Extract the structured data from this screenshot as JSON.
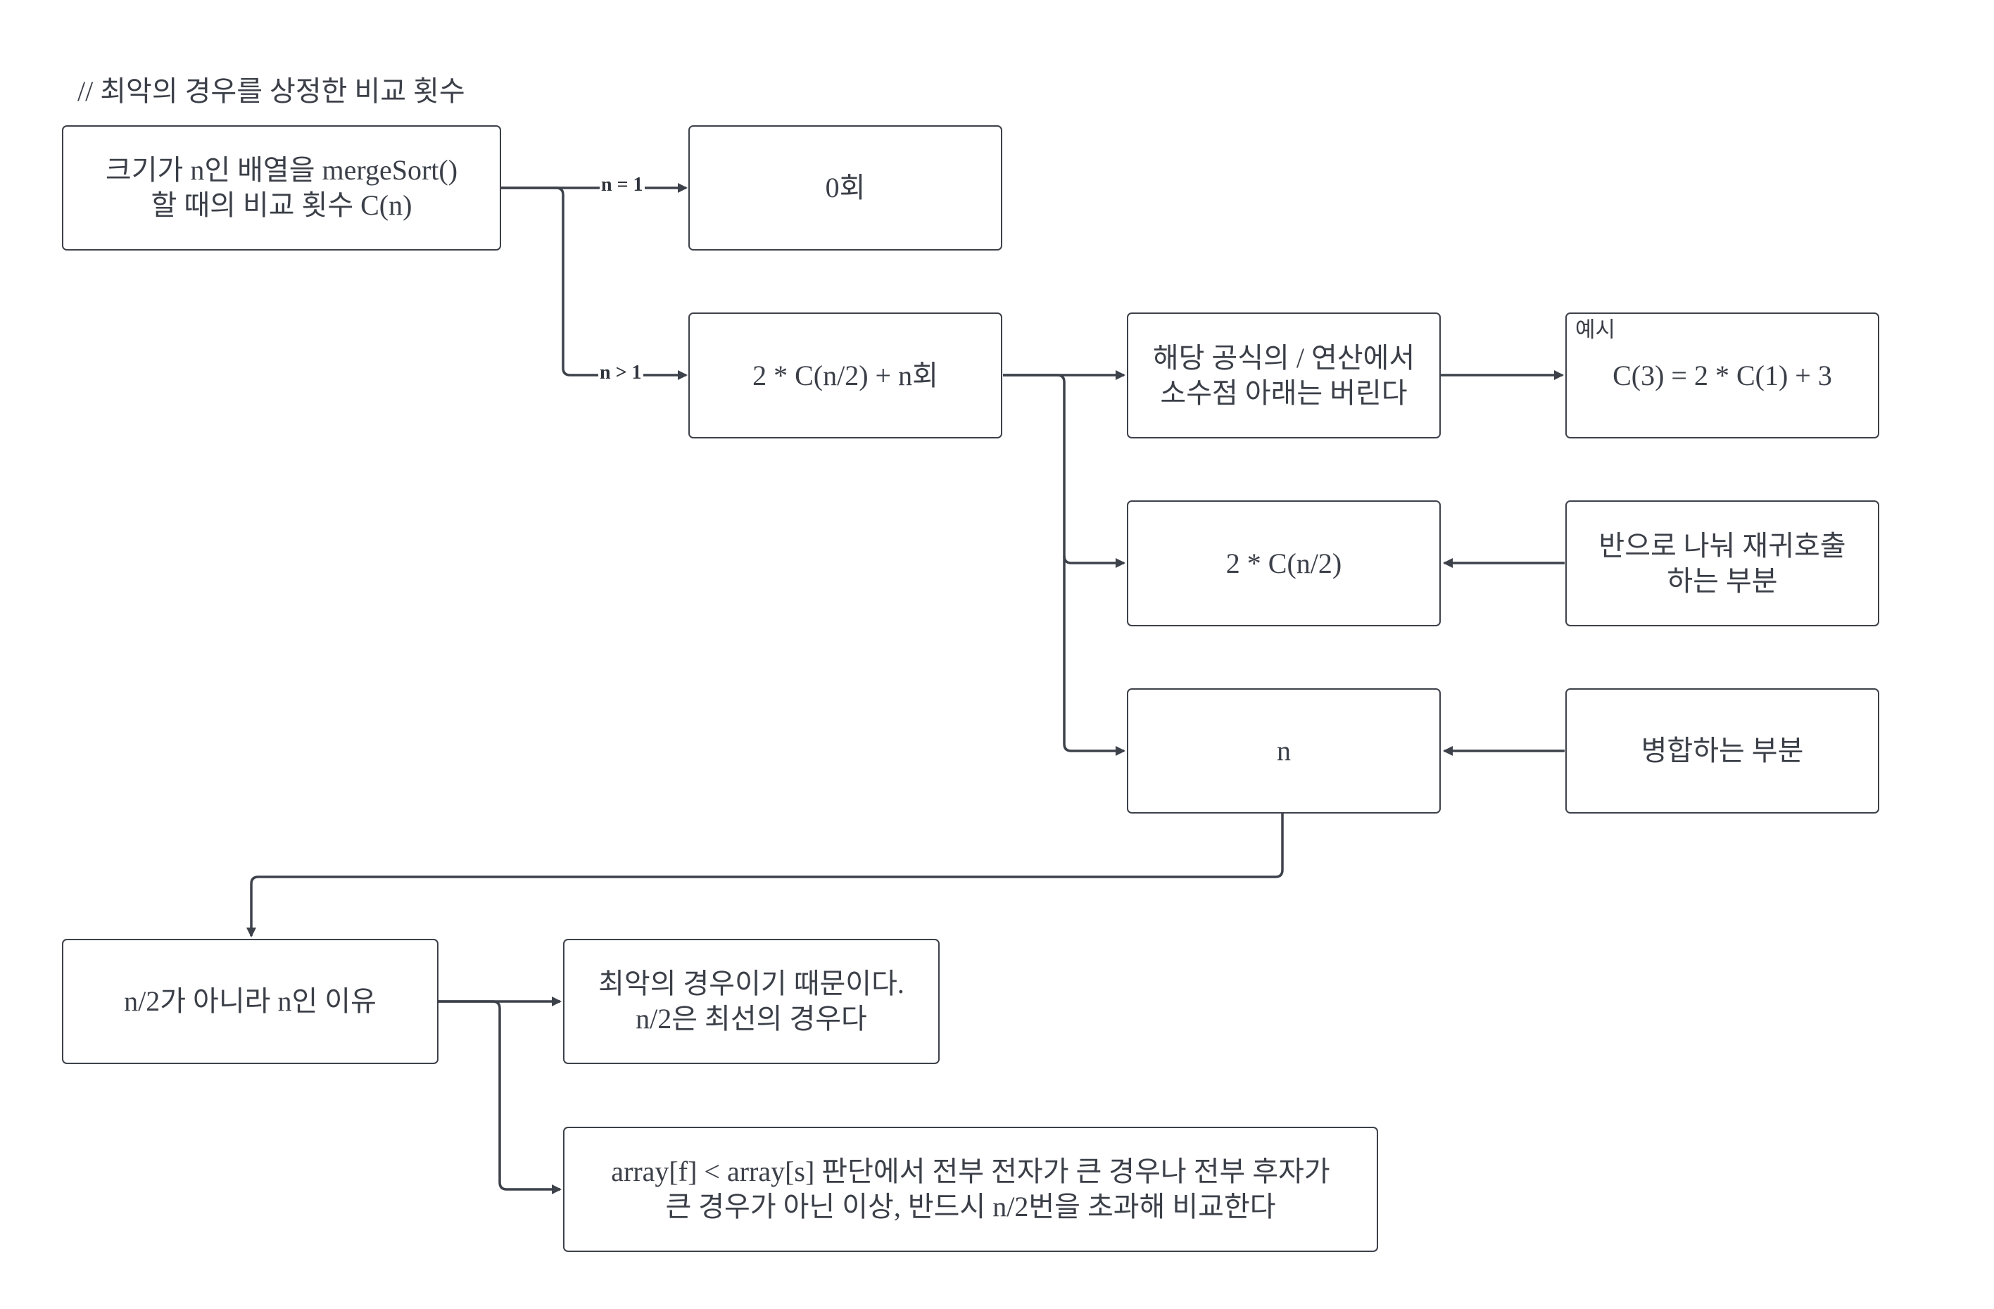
{
  "title": "// 최악의 경우를 상정한 비교 횟수",
  "nodes": {
    "root": "크기가 n인 배열을 mergeSort()\n할 때의 비교 횟수 C(n)",
    "zero": "0회",
    "recurrence": "2 * C(n/2) + n회",
    "floor_note": "해당 공식의 / 연산에서\n소수점 아래는 버린다",
    "example_label": "예시",
    "example": "C(3) = 2 * C(1) + 3",
    "half_part": "2 * C(n/2)",
    "half_desc": "반으로 나눠 재귀호출\n하는 부분",
    "n_part": "n",
    "merge_desc": "병합하는 부분",
    "why": "n/2가 아니라 n인 이유",
    "worst_case": "최악의 경우이기 때문이다.\nn/2은 최선의 경우다",
    "explanation": "array[f] < array[s] 판단에서 전부 전자가 큰 경우나 전부 후자가\n큰 경우가 아닌 이상, 반드시 n/2번을 초과해 비교한다"
  },
  "edge_labels": {
    "n_eq_1": "n = 1",
    "n_gt_1": "n > 1"
  },
  "colors": {
    "line": "#3d414a",
    "text": "#3b3f48",
    "background": "#ffffff"
  }
}
